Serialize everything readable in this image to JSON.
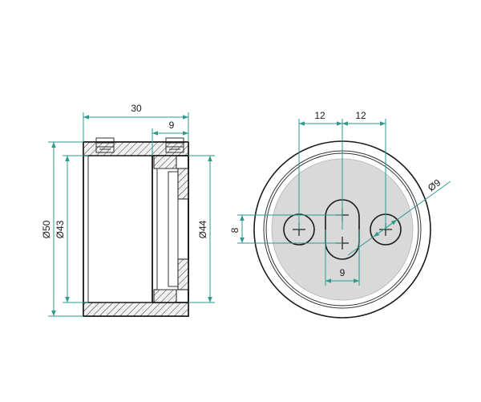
{
  "dimensions": {
    "side_view": {
      "overall_length": "30",
      "ring_width": "9",
      "outer_diameter": "Ø50",
      "inner_diameter": "Ø43",
      "ring_diameter": "Ø44"
    },
    "end_view": {
      "left_offset": "12",
      "right_offset": "12",
      "slot_height": "8",
      "slot_width": "9",
      "hole_diameter": "Ø9"
    }
  },
  "colors": {
    "dimension_line": "#2e9a8e",
    "outline": "#1a1a1a",
    "part_fill": "#d9d9d9",
    "hatch_fill": "#f2f2f2"
  }
}
